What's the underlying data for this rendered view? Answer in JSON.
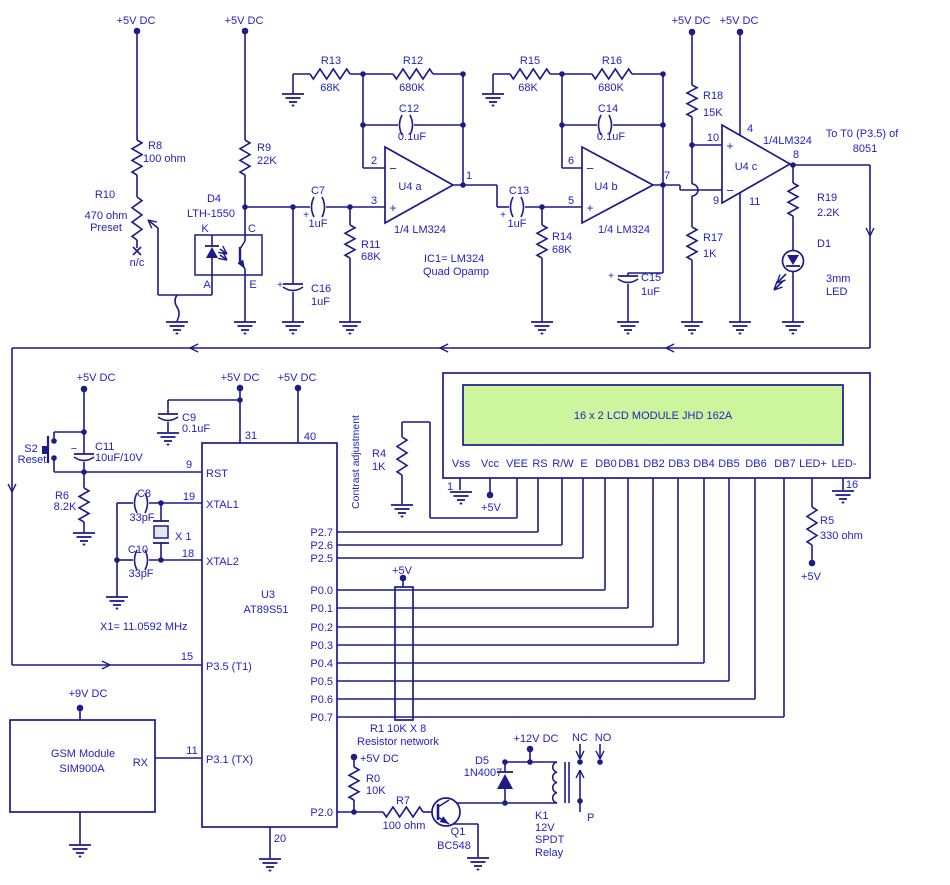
{
  "colors": {
    "wire": "#1b1b8a",
    "text": "#2222c2",
    "lcd_screen": "#ccf59e",
    "background": "#ffffff"
  },
  "power": {
    "p5dc": "+5V DC",
    "p5": "+5V",
    "p9dc": "+9V DC",
    "p12dc": "+12V DC"
  },
  "amp": {
    "r8": "R8",
    "r8v": "100 ohm",
    "r9": "R9",
    "r9v": "22K",
    "r10": "R10",
    "r10v": "470 ohm",
    "r10p": "Preset",
    "nc": "n/c",
    "d4": "D4",
    "d4v": "LTH-1550",
    "k": "K",
    "c": "C",
    "a": "A",
    "e": "E",
    "r13": "R13",
    "r13v": "68K",
    "r12": "R12",
    "r12v": "680K",
    "c12": "C12",
    "c12v": "0.1uF",
    "c7": "C7",
    "c7v": "1uF",
    "c16": "C16",
    "c16v": "1uF",
    "r11": "R11",
    "r11v": "68K",
    "u4a": "U4 a",
    "n1": "1",
    "n2": "2",
    "n3": "3",
    "quarter": "1/4 LM324",
    "ic1": "IC1= LM324",
    "ic1b": "Quad Opamp",
    "r15": "R15",
    "r15v": "68K",
    "r16": "R16",
    "r16v": "680K",
    "c14": "C14",
    "c14v": "0.1uF",
    "c13": "C13",
    "c13v": "1uF",
    "r14": "R14",
    "r14v": "68K",
    "u4b": "U4 b",
    "n5": "5",
    "n6": "6",
    "n7": "7",
    "c15": "C15",
    "c15v": "1uF",
    "r18": "R18",
    "r18v": "15K",
    "r17": "R17",
    "r17v": "1K",
    "u4c": "U4 c",
    "quarterc": "1/4LM324",
    "n4": "4",
    "n8": "8",
    "n9": "9",
    "n10": "10",
    "n11": "11",
    "tot0": "To T0 (P3.5) of",
    "tot0b": "8051",
    "r19": "R19",
    "r19v": "2.2K",
    "d1": "D1",
    "d1s": "3mm",
    "d1t": "LED",
    "plus": "+",
    "minus": "−"
  },
  "mcu": {
    "s2": "S2",
    "s2v": "Reset",
    "c11": "C11",
    "c11v": "10uF/10V",
    "r6": "R6",
    "r6v": "8.2K",
    "c9": "C9",
    "c9v": "0.1uF",
    "c8": "C8",
    "c8v": "33pF",
    "c10": "C10",
    "c10v": "33pF",
    "x1": "X 1",
    "x1f": "X1= 11.0592 MHz",
    "u3": "U3",
    "u3v": "AT89S51",
    "rst": "RST",
    "xtal1": "XTAL1",
    "xtal2": "XTAL2",
    "p35": "P3.5 (T1)",
    "p31": "P3.1 (TX)",
    "p20": "P2.0",
    "p27": "P2.7",
    "p26": "P2.6",
    "p25": "P2.5",
    "p00": "P0.0",
    "p01": "P0.1",
    "p02": "P0.2",
    "p03": "P0.3",
    "p04": "P0.4",
    "p05": "P0.5",
    "p06": "P0.6",
    "p07": "P0.7",
    "n9": "9",
    "n19": "19",
    "n18": "18",
    "n15": "15",
    "n11": "11",
    "n31": "31",
    "n40": "40",
    "n20": "20",
    "r4": "R4",
    "r4v": "1K",
    "contrast": "Contrast adjustment",
    "r1": "R1   10K X 8",
    "r1v": "Resistor network"
  },
  "lcd": {
    "title": "16 x 2 LCD MODULE  JHD  162A",
    "pins": [
      "Vss",
      "Vcc",
      "VEE",
      "RS",
      "R/W",
      "E",
      "DB0",
      "DB1",
      "DB2",
      "DB3",
      "DB4",
      "DB5",
      "DB6",
      "DB7",
      "LED+",
      "LED-"
    ],
    "n1": "1",
    "n16": "16",
    "r5": "R5",
    "r5v": "330 ohm"
  },
  "bottom": {
    "gsm1": "GSM Module",
    "gsm2": "SIM900A",
    "rx": "RX",
    "r0": "R0",
    "r0v": "10K",
    "r7": "R7",
    "r7v": "100 ohm",
    "q1": "Q1",
    "q1v": "BC548",
    "d5": "D5",
    "d5v": "1N4007",
    "k1": "K1",
    "k1v": "12V",
    "k1t": "SPDT",
    "k1r": "Relay",
    "nc": "NC",
    "no": "NO",
    "p": "P"
  }
}
